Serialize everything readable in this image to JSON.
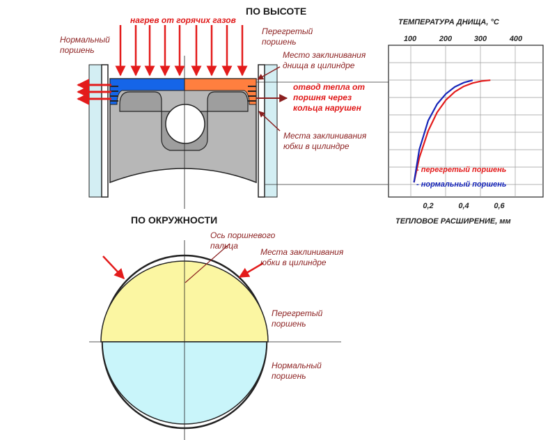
{
  "titles": {
    "by_height": "ПО ВЫСОТЕ",
    "by_circumference": "ПО ОКРУЖНОСТИ"
  },
  "top_labels": {
    "heating": "нагрев от горячих газов",
    "normal_piston": [
      "Нормальный",
      "поршень"
    ],
    "overheated_piston": [
      "Перегретый",
      "поршень"
    ],
    "crown_seizure": [
      "Место заклинивания",
      "днища в цилиндре"
    ],
    "heat_removal": [
      "отвод тепла от",
      "поршня через",
      "кольца нарушен"
    ],
    "skirt_seizure": [
      "Места заклинивания",
      "юбки в цилиндре"
    ]
  },
  "bottom_labels": {
    "pin_axis": [
      "Ось поршневого",
      "пальца"
    ],
    "skirt_seizure": [
      "Места заклинивания",
      "юбки в цилиндре"
    ],
    "overheated_piston": [
      "Перегретый",
      "поршень"
    ],
    "normal_piston": [
      "Нормальный",
      "поршень"
    ]
  },
  "colors": {
    "normal": "#1565e8",
    "overheated": "#ff7f3f",
    "overheated_half": "#fbf6a2",
    "normal_half": "#c9f5fa",
    "arrow": "#e31b1b",
    "piston_body": "#b7b7b7",
    "cylinder": "#d3eef3"
  },
  "chart_data": {
    "type": "line",
    "title": "ТЕМПЕРАТУРА ДНИЩА, °С",
    "title_text": "ТЕМПЕРАТУРА ДНИЩА,",
    "title_unit": "°С",
    "xlabel": "ТЕПЛОВОЕ  РАСШИРЕНИЕ, мм",
    "top_axis_ticks": [
      "100",
      "200",
      "300",
      "400"
    ],
    "bottom_axis_ticks": [
      "0,2",
      "0,4",
      "0,6"
    ],
    "grid": true,
    "series": [
      {
        "name": "- перегретый поршень",
        "color": "#e31b1b",
        "x": [
          0.12,
          0.15,
          0.2,
          0.25,
          0.3,
          0.35,
          0.4,
          0.45,
          0.5,
          0.55
        ],
        "y": [
          50,
          110,
          175,
          220,
          250,
          270,
          283,
          291,
          296,
          298
        ]
      },
      {
        "name": "- нормальный поршень",
        "color": "#1524b8",
        "x": [
          0.12,
          0.15,
          0.2,
          0.25,
          0.3,
          0.35,
          0.4,
          0.45
        ],
        "y": [
          50,
          130,
          200,
          240,
          265,
          282,
          292,
          298
        ]
      }
    ]
  }
}
